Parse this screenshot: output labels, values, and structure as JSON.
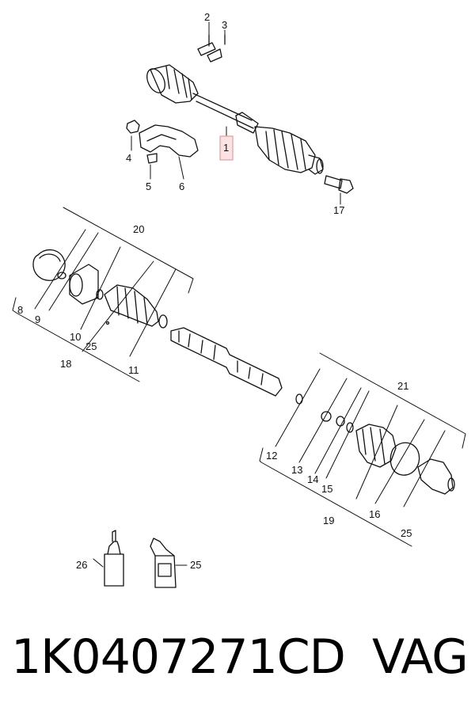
{
  "callouts": {
    "c1": "1",
    "c2": "2",
    "c3": "3",
    "c4": "4",
    "c5": "5",
    "c6": "6",
    "c8": "8",
    "c9": "9",
    "c10": "10",
    "c11": "11",
    "c12": "12",
    "c13": "13",
    "c14": "14",
    "c15": "15",
    "c16": "16",
    "c17": "17",
    "c18": "18",
    "c19": "19",
    "c20": "20",
    "c21": "21",
    "c25a": "25",
    "c25b": "25",
    "c25c": "25",
    "c26": "26"
  },
  "highlight_color": "#e89aa0",
  "footer": {
    "part_number": "1K0407271CD",
    "brand": "VAG"
  }
}
